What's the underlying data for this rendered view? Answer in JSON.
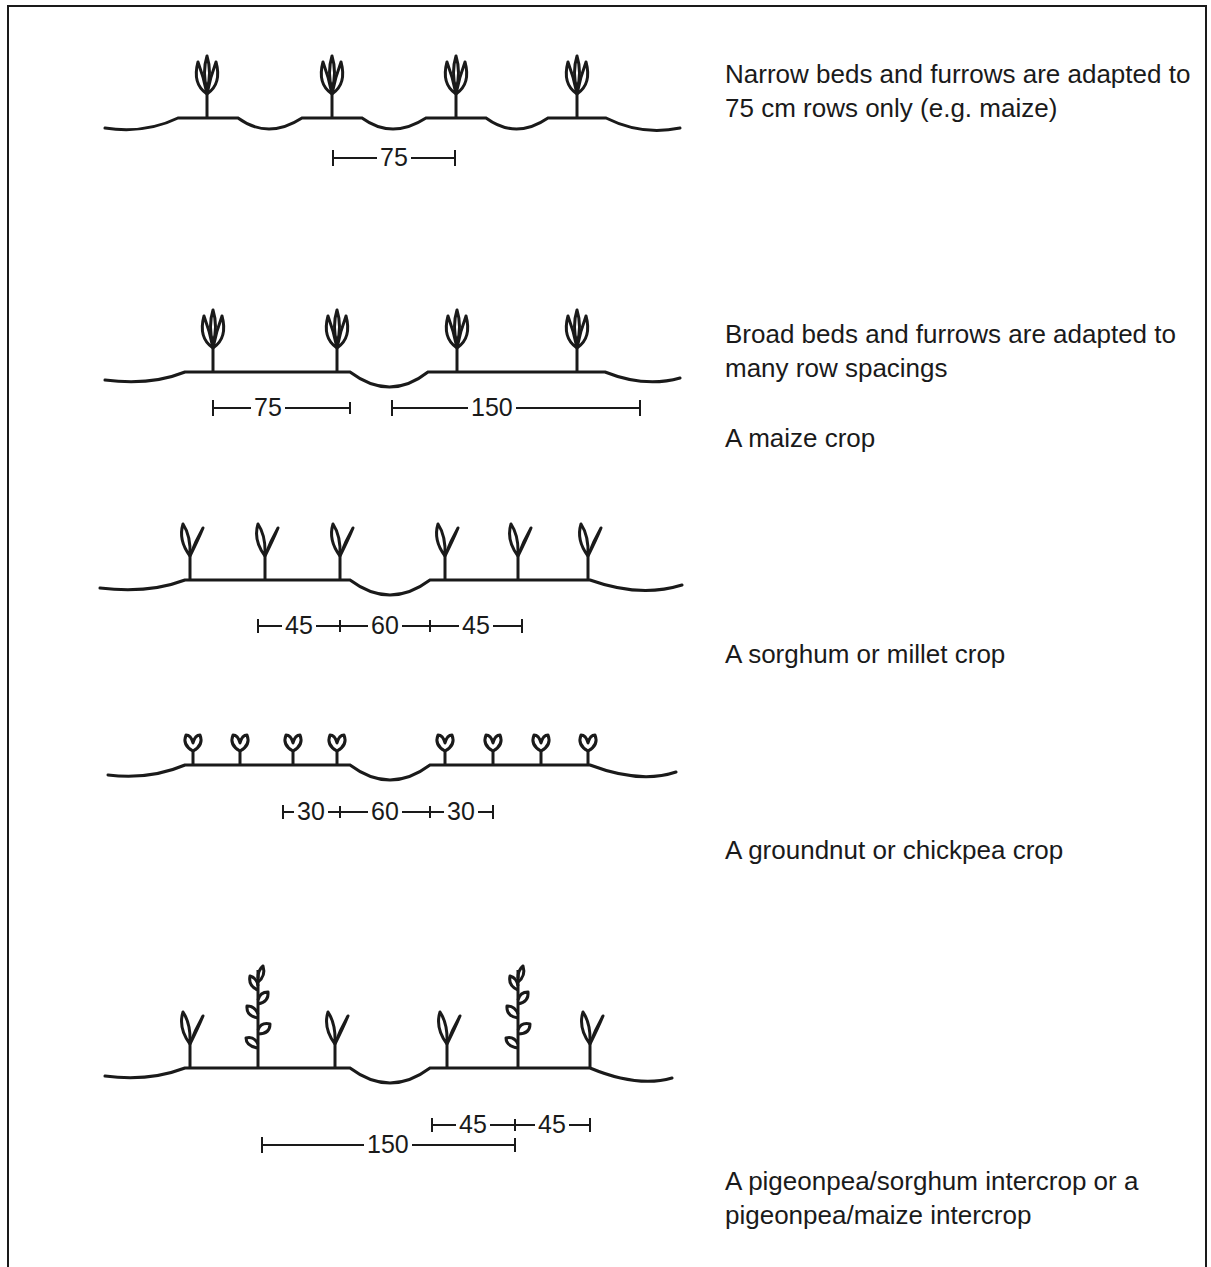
{
  "diagram": {
    "labels": [
      "Narrow beds and furrows are adapted to 75 cm rows only (e.g. maize)",
      "75",
      "Broad beds and furrows are adapted to many row spacings",
      "A maize crop",
      "75",
      "150",
      "45",
      "60",
      "45",
      "A sorghum or millet crop",
      "30",
      "60",
      "30",
      "A groundnut or chickpea crop",
      "150",
      "45",
      "45",
      "A pigeonpea/sorghum intercrop or a pigeonpea/maize intercrop"
    ]
  }
}
